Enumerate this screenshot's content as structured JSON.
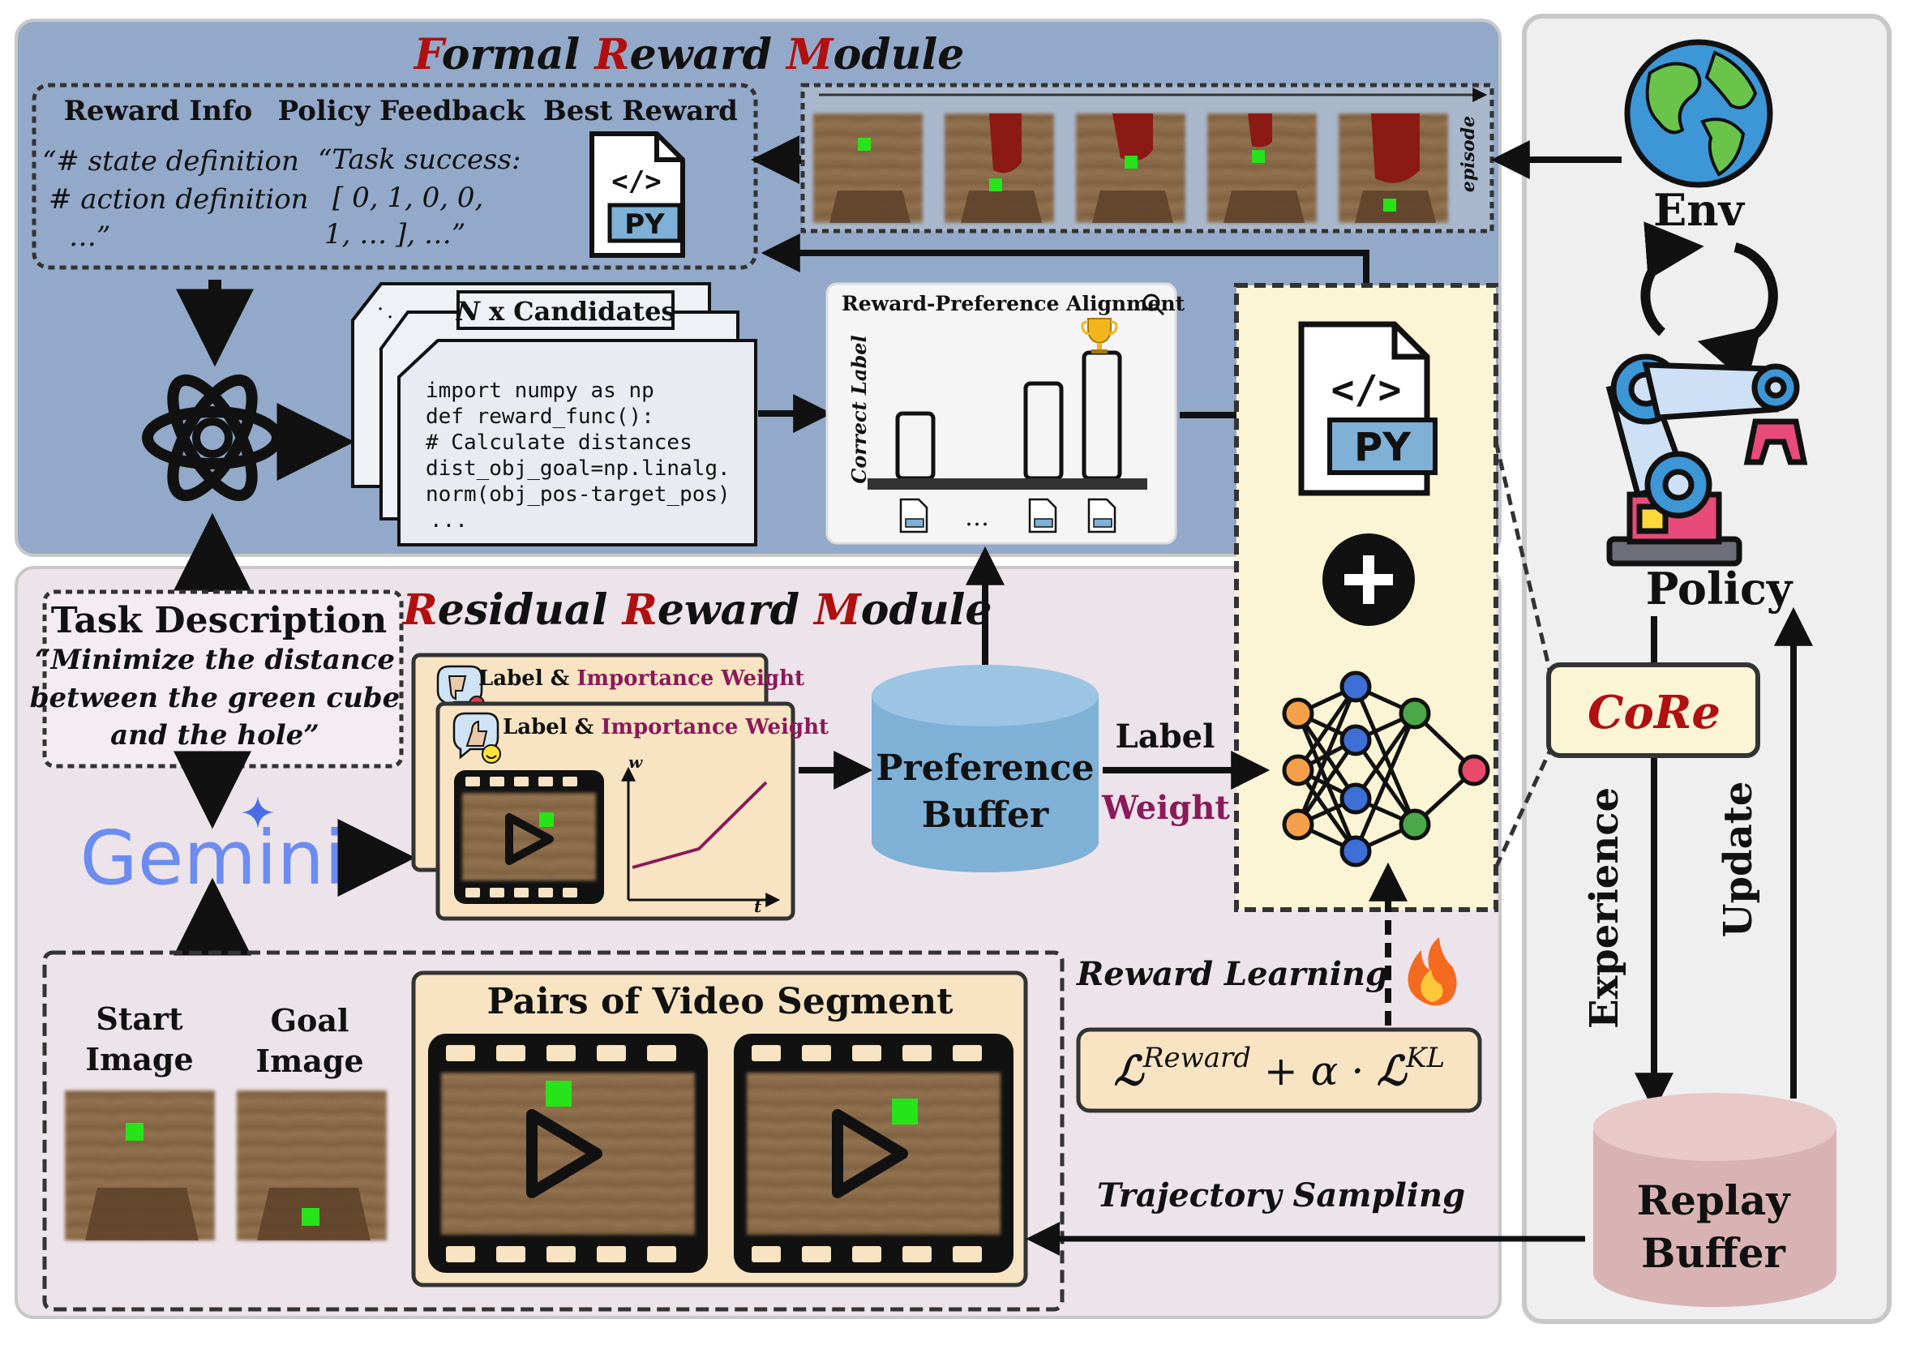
{
  "formal_module": {
    "title": {
      "f": "F",
      "ormal": "ormal ",
      "r": "R",
      "eward": "eward ",
      "m": "M",
      "odule": "odule"
    },
    "col_reward_info": "Reward Info",
    "col_policy_feedback": "Policy Feedback",
    "col_best_reward": "Best Reward",
    "reward_info_lines": [
      "“# state definition",
      "# action definition",
      "…”"
    ],
    "policy_feedback_lines": [
      "“Task success:",
      "[ 0, 1, 0, 0,",
      "1, … ], …”"
    ],
    "py_label": "PY",
    "code_tag": "</>",
    "episode_label": "episode",
    "candidates_label_n": "N",
    "candidates_label_rest": " x Candidates",
    "code_lines": [
      "import numpy as np",
      "def reward_func():",
      "# Calculate distances",
      "dist_obj_goal=np.linalg.",
      "norm(obj_pos-target_pos)",
      "..."
    ],
    "alignment_title": "Reward-Preference Alignment",
    "alignment_ylabel": "Correct Label",
    "alignment_dots": "…"
  },
  "residual_module": {
    "title": {
      "r": "R",
      "esidual": "esidual ",
      "r2": "R",
      "eward": "eward ",
      "m": "M",
      "odule": "odule"
    },
    "task_title": "Task Description",
    "task_lines": [
      "“Minimize the distance",
      "between the green cube",
      "and the hole”"
    ],
    "gemini": "Gemini",
    "label_word": "Label",
    "amp": " & ",
    "importance_weight": "Importance Weight",
    "axis_w": "w",
    "axis_t": "t",
    "preference_buffer": [
      "Preference",
      "Buffer"
    ],
    "label": "Label",
    "weight": "Weight",
    "start_image": [
      "Start",
      "Image"
    ],
    "goal_image": [
      "Goal",
      "Image"
    ],
    "pairs_title": "Pairs of Video Segment",
    "reward_learning": "Reward Learning",
    "loss_reward_sup": "Reward",
    "loss_kl_sup": "KL",
    "loss_mid": " + α · ",
    "trajectory_sampling": "Trajectory Sampling"
  },
  "right_panel": {
    "env": "Env",
    "policy": "Policy",
    "core": "CoRe",
    "experience": "Experience",
    "update": "Update",
    "replay_buffer": [
      "Replay",
      "Buffer"
    ]
  },
  "colors": {
    "formal_bg": "#93a9c9",
    "residual_bg": "#ede3ea",
    "right_bg": "#efefef",
    "title_red": "#b01010",
    "weight_purple": "#8a1a5a",
    "cream": "#f8efd0",
    "yellow_panel": "#fbf5d6",
    "buffer_blue": "#7fb0d6",
    "replay_pink": "#d9b3b3"
  }
}
